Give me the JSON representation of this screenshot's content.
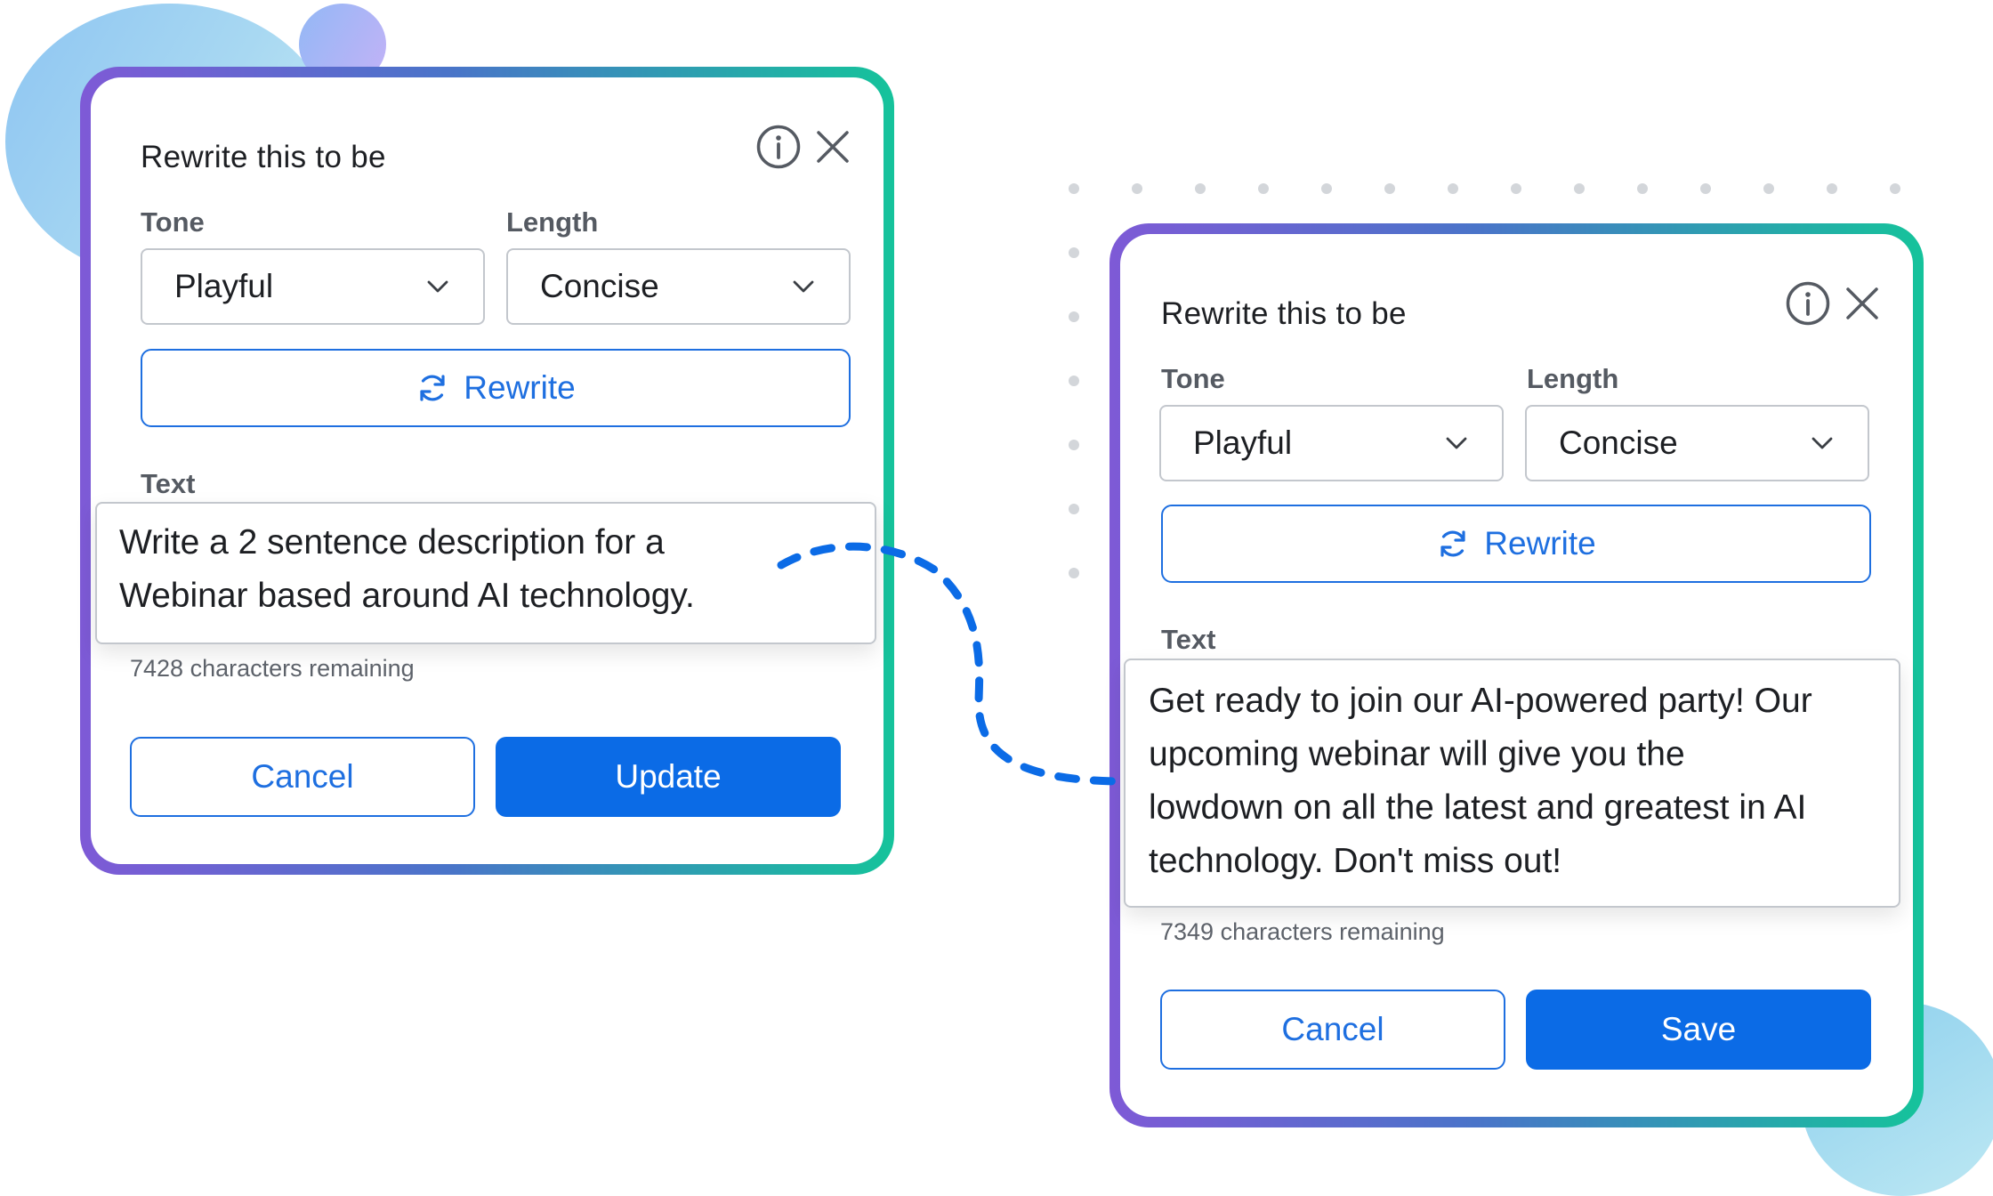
{
  "colors": {
    "accent": "#1e6fe0",
    "primary_button": "#0b6be6",
    "frame_gradient_start": "#7e5ad6",
    "frame_gradient_end": "#15c39b",
    "connector": "#0b6be6"
  },
  "icons": {
    "info": "info-circle-icon",
    "close": "close-icon",
    "dropdown": "chevron-down-icon",
    "rewrite": "refresh-icon"
  },
  "dialog_before": {
    "title": "Rewrite this to be",
    "tone_label": "Tone",
    "tone_value": "Playful",
    "length_label": "Length",
    "length_value": "Concise",
    "rewrite_label": "Rewrite",
    "text_label": "Text",
    "text_lines": [
      "Write a 2 sentence description for a",
      "Webinar based around AI technology."
    ],
    "remaining": "7428 characters remaining",
    "cancel_label": "Cancel",
    "confirm_label": "Update"
  },
  "dialog_after": {
    "title": "Rewrite this to be",
    "tone_label": "Tone",
    "tone_value": "Playful",
    "length_label": "Length",
    "length_value": "Concise",
    "rewrite_label": "Rewrite",
    "text_label": "Text",
    "text_lines": [
      "Get ready to join our AI-powered party! Our",
      "upcoming webinar will give you the",
      "lowdown on all the latest and greatest in AI",
      "technology. Don't miss out!"
    ],
    "remaining": "7349 characters remaining",
    "cancel_label": "Cancel",
    "confirm_label": "Save"
  }
}
